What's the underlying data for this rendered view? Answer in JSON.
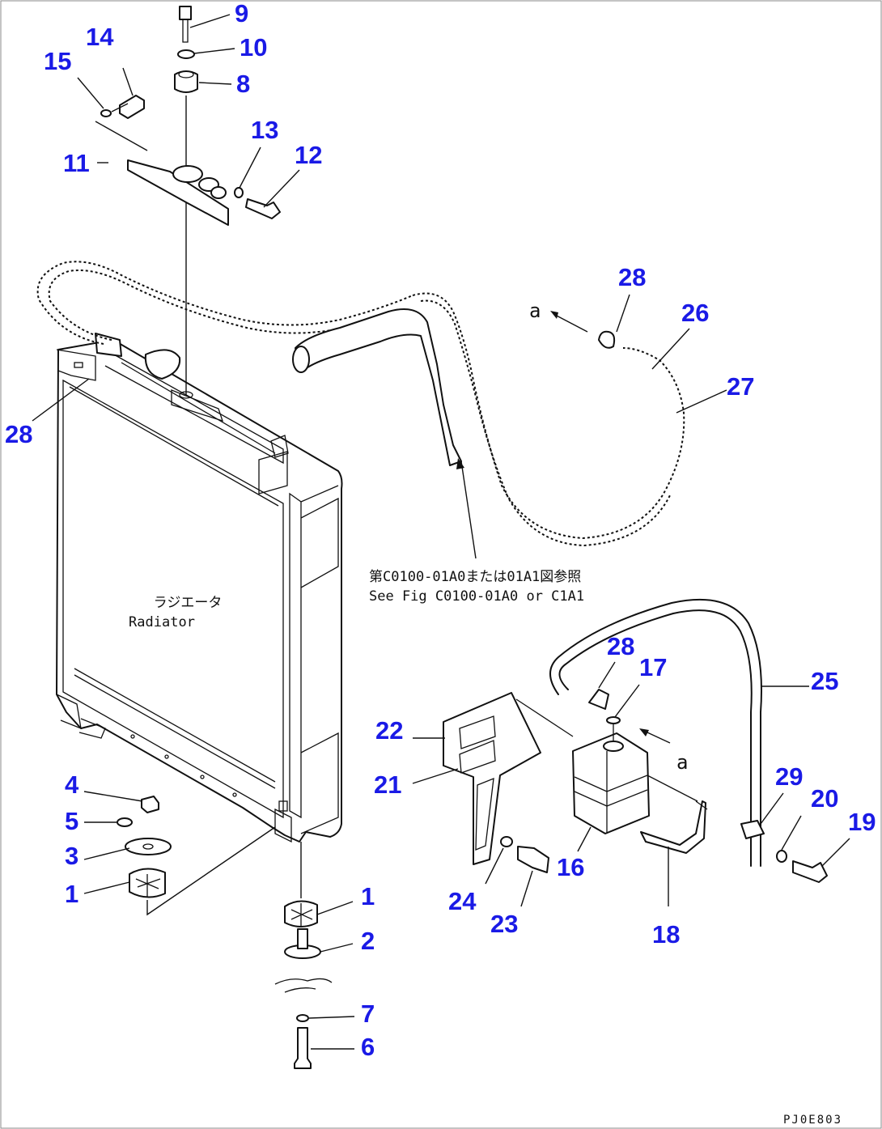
{
  "drawing": {
    "radiator_label_jp": "ラジエータ",
    "radiator_label_en": "Radiator",
    "note_jp": "第C0100-01A0または01A1図参照",
    "note_en": "See Fig C0100-01A0 or C1A1",
    "ref_mark_top": "a",
    "ref_mark_bottom": "a",
    "drawing_code": "PJ0E803"
  },
  "labels": [
    {
      "id": "l9",
      "text": "9"
    },
    {
      "id": "l10",
      "text": "10"
    },
    {
      "id": "l8",
      "text": "8"
    },
    {
      "id": "l14",
      "text": "14"
    },
    {
      "id": "l15",
      "text": "15"
    },
    {
      "id": "l13",
      "text": "13"
    },
    {
      "id": "l12",
      "text": "12"
    },
    {
      "id": "l11",
      "text": "11"
    },
    {
      "id": "l28a",
      "text": "28"
    },
    {
      "id": "l26",
      "text": "26"
    },
    {
      "id": "l27",
      "text": "27"
    },
    {
      "id": "l28b",
      "text": "28"
    },
    {
      "id": "l28c",
      "text": "28"
    },
    {
      "id": "l17",
      "text": "17"
    },
    {
      "id": "l25",
      "text": "25"
    },
    {
      "id": "l22",
      "text": "22"
    },
    {
      "id": "l21",
      "text": "21"
    },
    {
      "id": "l29",
      "text": "29"
    },
    {
      "id": "l20",
      "text": "20"
    },
    {
      "id": "l19",
      "text": "19"
    },
    {
      "id": "l16",
      "text": "16"
    },
    {
      "id": "l24",
      "text": "24"
    },
    {
      "id": "l23",
      "text": "23"
    },
    {
      "id": "l18",
      "text": "18"
    },
    {
      "id": "l4",
      "text": "4"
    },
    {
      "id": "l5",
      "text": "5"
    },
    {
      "id": "l3",
      "text": "3"
    },
    {
      "id": "l1a",
      "text": "1"
    },
    {
      "id": "l1b",
      "text": "1"
    },
    {
      "id": "l2",
      "text": "2"
    },
    {
      "id": "l7",
      "text": "7"
    },
    {
      "id": "l6",
      "text": "6"
    }
  ]
}
